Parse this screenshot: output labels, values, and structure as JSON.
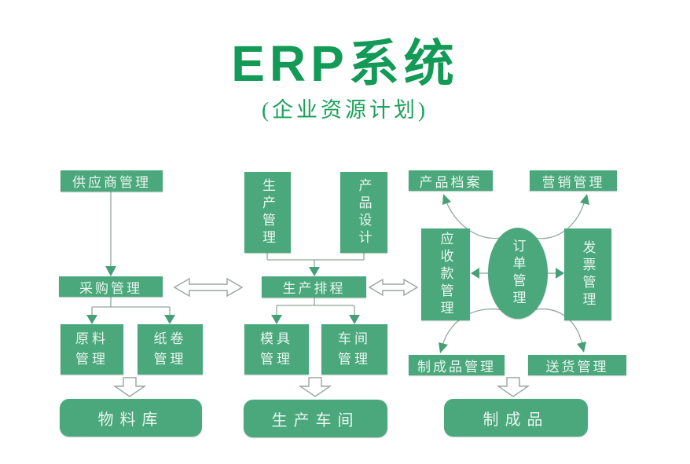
{
  "title": {
    "main": "ERP系统",
    "subtitle": "(企业资源计划)"
  },
  "colors": {
    "title_green": "#129a56",
    "box_green": "#4ba87c",
    "box_text": "#eaf5ee",
    "connector_line": "#90a89b",
    "arrowhead_green": "#46a077",
    "background": "#ffffff"
  },
  "nodes": {
    "supplier_mgmt": "供应商管理",
    "purchasing_mgmt": "采购管理",
    "raw_material_mgmt": "原料管理",
    "paper_roll_mgmt": "纸卷管理",
    "material_warehouse": "物料库",
    "production_mgmt": "生产管理",
    "product_design": "产品设计",
    "production_schedule": "生产排程",
    "mold_mgmt": "模具管理",
    "workshop_mgmt": "车间管理",
    "production_workshop": "生产车间",
    "product_archive": "产品档案",
    "marketing_mgmt": "营销管理",
    "receivables_mgmt": "应收款管理",
    "order_mgmt": "订单管理",
    "invoice_mgmt": "发票管理",
    "finished_goods_mgmt": "制成品管理",
    "delivery_mgmt": "送货管理",
    "finished_goods": "制成品"
  }
}
